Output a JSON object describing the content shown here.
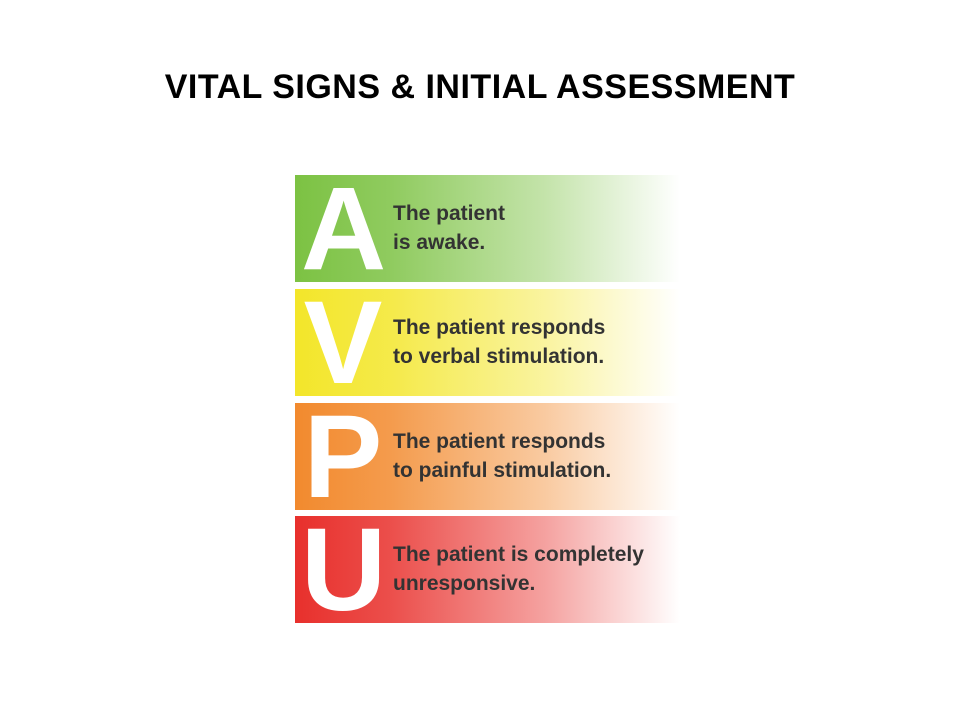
{
  "title": "VITAL SIGNS & INITIAL ASSESSMENT",
  "avpu": [
    {
      "letter": "A",
      "text": "The patient\nis awake.",
      "color": "#7cc243"
    },
    {
      "letter": "V",
      "text": "The patient responds\nto verbal stimulation.",
      "color": "#f3e62a"
    },
    {
      "letter": "P",
      "text": "The patient responds\nto painful stimulation.",
      "color": "#f28a2e"
    },
    {
      "letter": "U",
      "text": "The patient is completely\nunresponsive.",
      "color": "#e8302c"
    }
  ]
}
